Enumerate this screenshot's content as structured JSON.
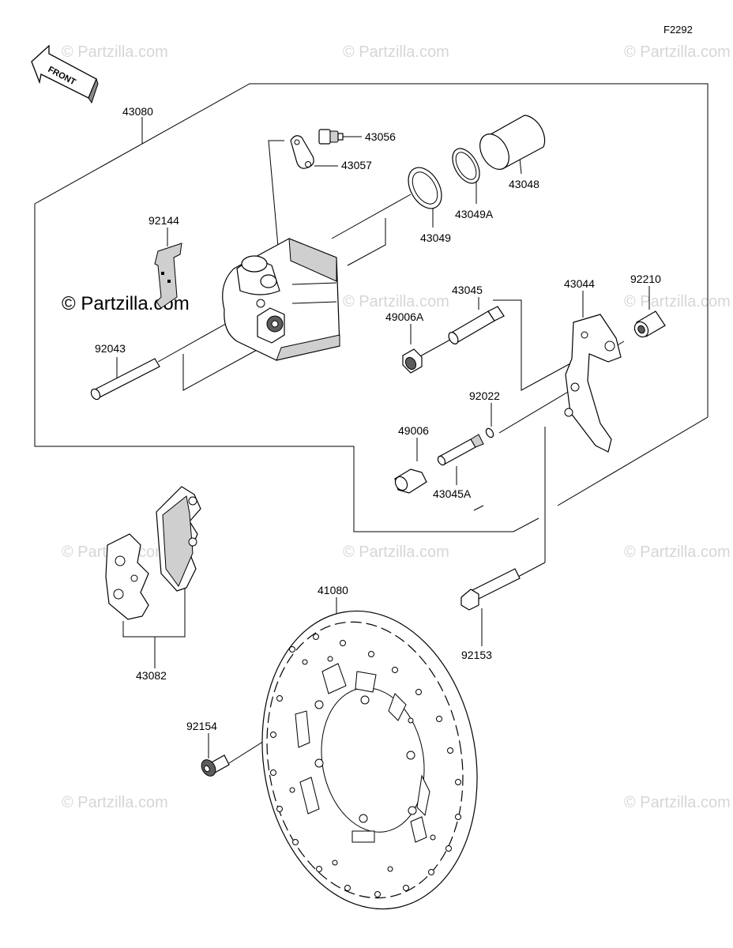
{
  "diagram_code": "F2292",
  "front_label": "FRONT",
  "watermark_text": "© Partzilla.com",
  "parts": [
    {
      "id": "43080"
    },
    {
      "id": "43056"
    },
    {
      "id": "43057"
    },
    {
      "id": "43048"
    },
    {
      "id": "43049A"
    },
    {
      "id": "43049"
    },
    {
      "id": "92144"
    },
    {
      "id": "43045"
    },
    {
      "id": "43044"
    },
    {
      "id": "92210"
    },
    {
      "id": "49006A"
    },
    {
      "id": "92043"
    },
    {
      "id": "92022"
    },
    {
      "id": "49006"
    },
    {
      "id": "43045A"
    },
    {
      "id": "41080"
    },
    {
      "id": "92153"
    },
    {
      "id": "43082"
    },
    {
      "id": "92154"
    }
  ],
  "colors": {
    "line": "#000000",
    "watermark": "#d6d6d6",
    "shade": "#cfcfcf"
  }
}
